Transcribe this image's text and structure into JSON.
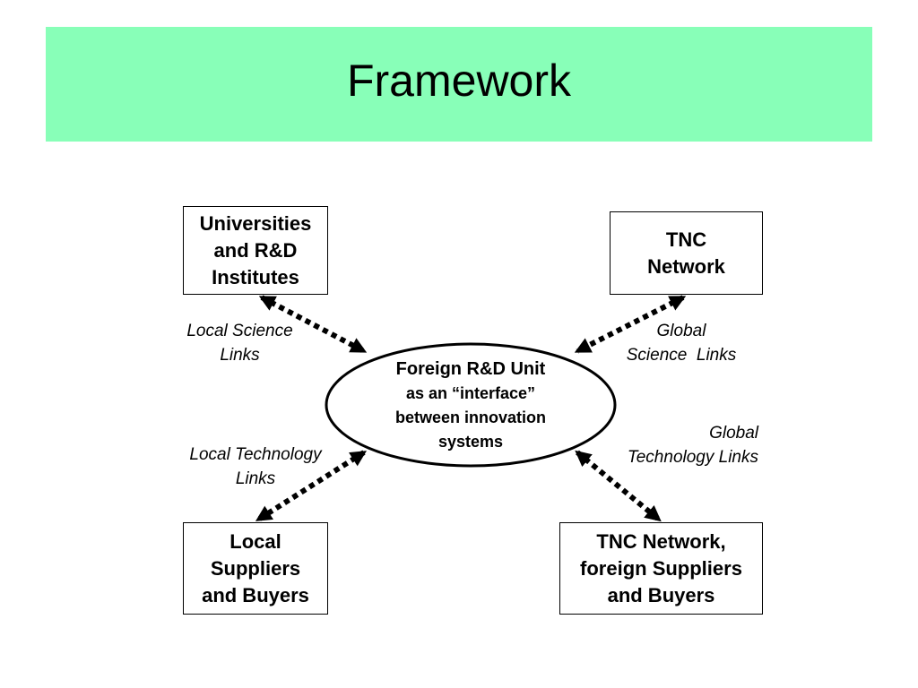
{
  "title": "Framework",
  "colors": {
    "title_bar": "#88ffb8",
    "lines": "#000000",
    "background": "#ffffff"
  },
  "nodes": {
    "universities": [
      "Universities",
      "and R&D",
      "Institutes"
    ],
    "tnc_network": [
      "TNC",
      "Network"
    ],
    "local_suppliers": [
      "Local",
      "Suppliers",
      "and Buyers"
    ],
    "tnc_foreign_suppliers": [
      "TNC Network,",
      "foreign Suppliers",
      "and Buyers"
    ],
    "hub": {
      "title": "Foreign R&D Unit",
      "lines": [
        "as an “interface”",
        "between innovation",
        "systems"
      ]
    }
  },
  "links": {
    "local_science": [
      "Local Science",
      "Links"
    ],
    "global_science": [
      "Global",
      "Science  Links"
    ],
    "local_technology": [
      "Local Technology",
      "Links"
    ],
    "global_technology": [
      "Global",
      "Technology Links"
    ]
  }
}
